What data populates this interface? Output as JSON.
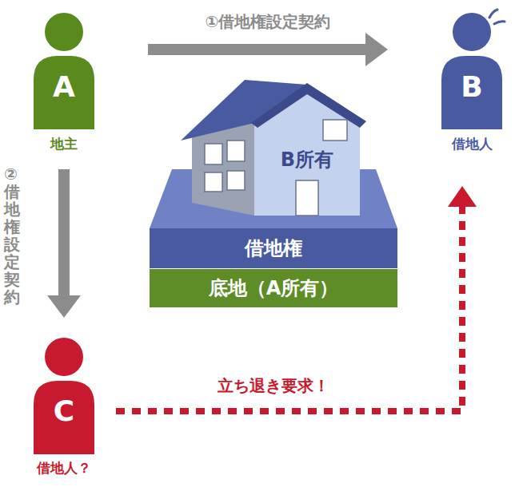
{
  "diagram": {
    "nodes": [
      {
        "text": [
          "A",
          "地主"
        ]
      },
      {
        "text": [
          "B",
          "借地人"
        ]
      },
      {
        "text": [
          "B所有"
        ]
      },
      {
        "text": [
          "借地権"
        ]
      },
      {
        "text": [
          "底地（A所有）"
        ]
      },
      {
        "text": [
          "C",
          "借地人？"
        ]
      }
    ],
    "edges": [
      {
        "from": 0,
        "to": 1,
        "arrow": "to",
        "label": "①借地権設定契約"
      },
      {
        "from": 0,
        "to": 5,
        "arrow": "to",
        "label": "②借地権設定契約"
      },
      {
        "from": 5,
        "to": 1,
        "arrow": "to",
        "label": "立ち退き要求！"
      }
    ]
  }
}
